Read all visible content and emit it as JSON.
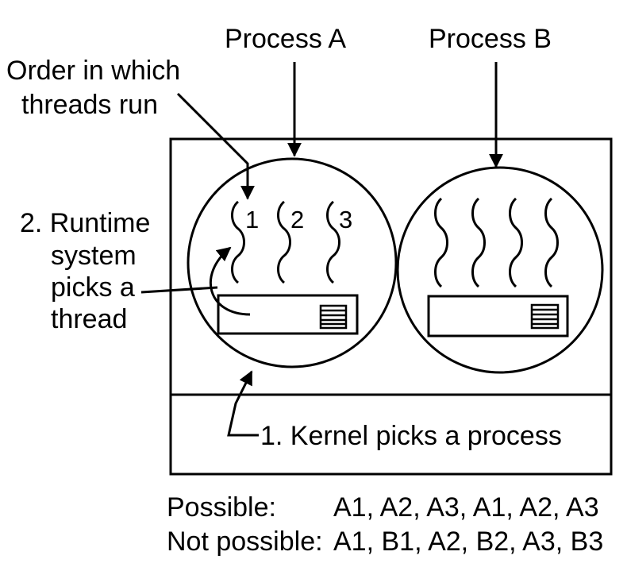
{
  "labels": {
    "process_a": "Process A",
    "process_b": "Process B",
    "order_line1": "Order in which",
    "order_line2": "threads run",
    "runtime_line1": "2. Runtime",
    "runtime_line2": "system",
    "runtime_line3": "picks a",
    "runtime_line4": "thread",
    "kernel": "1. Kernel picks a process"
  },
  "threads_a": [
    "1",
    "2",
    "3"
  ],
  "table": {
    "possible_label": "Possible:",
    "possible_value": "A1, A2, A3, A1, A2, A3",
    "not_possible_label": "Not possible:",
    "not_possible_value": "A1, B1, A2, B2, A3, B3"
  }
}
